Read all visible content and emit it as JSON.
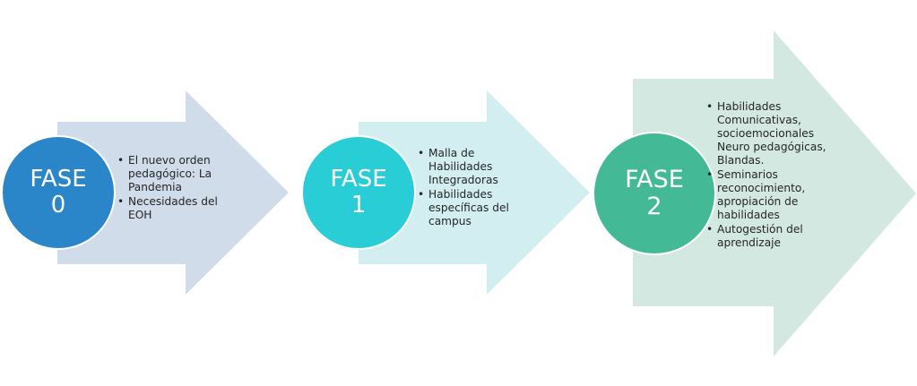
{
  "diagram": {
    "type": "phase-arrows",
    "phases": [
      {
        "label_line1": "FASE",
        "label_line2": "0",
        "circle_color": "#2a86c8",
        "arrow_color": "#d0dcea",
        "bullets": [
          "El nuevo orden pedagógico: La Pandemia",
          "Necesidades del EOH"
        ]
      },
      {
        "label_line1": "FASE",
        "label_line2": "1",
        "circle_color": "#29cdd6",
        "arrow_color": "#d2eef1",
        "bullets": [
          "Malla de Habilidades Integradoras",
          "Habilidades específicas del campus"
        ]
      },
      {
        "label_line1": "FASE",
        "label_line2": "2",
        "circle_color": "#43b996",
        "arrow_color": "#d3e8e0",
        "bullets": [
          "Habilidades Comunicativas, socioemocionales Neuro pedagógicas, Blandas.",
          "Seminarios reconocimiento, apropiación de habilidades",
          "Autogestión del aprendizaje"
        ]
      }
    ]
  }
}
